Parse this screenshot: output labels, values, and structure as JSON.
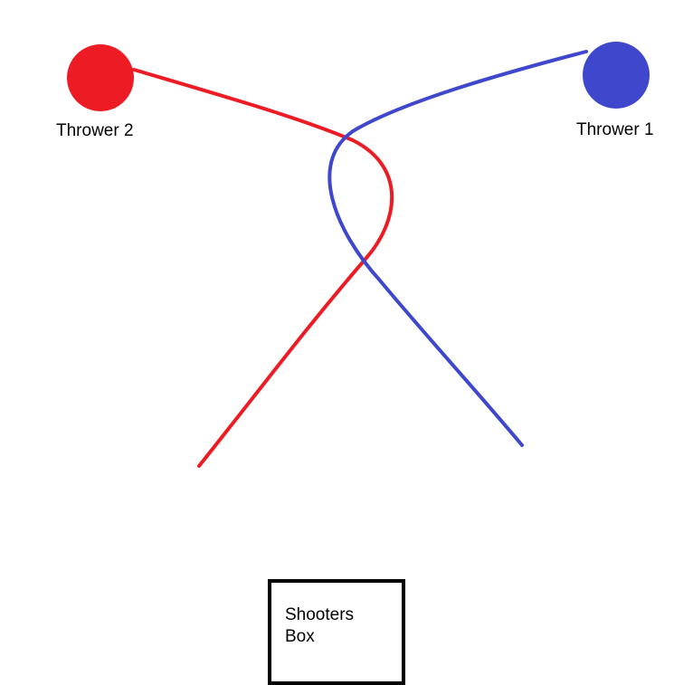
{
  "throwers": [
    {
      "id": "thrower-2",
      "label": "Thrower 2",
      "color": "#ed1c24"
    },
    {
      "id": "thrower-1",
      "label": "Thrower 1",
      "color": "#3f48cc"
    }
  ],
  "shooters_box": {
    "label": "Shooters Box",
    "border_color": "#000000"
  },
  "paths": [
    {
      "from": "Thrower 2",
      "color": "#ed1c24"
    },
    {
      "from": "Thrower 1",
      "color": "#3f48cc"
    }
  ]
}
